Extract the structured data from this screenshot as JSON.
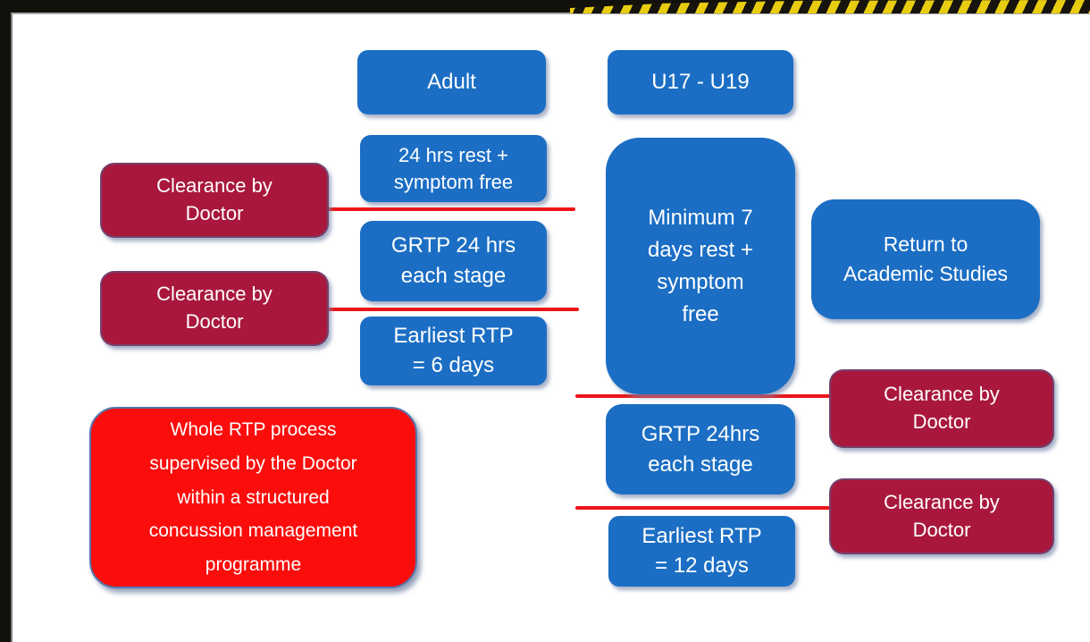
{
  "slide": {
    "background": "#ffffff",
    "frame_color": "#12100b"
  },
  "colors": {
    "box_blue": "#1b6ec4",
    "box_dark_red": "#a9183c",
    "box_bright_red": "#fb0d0c",
    "connector_red": "#ee1418",
    "tape_yellow": "#e8cc10",
    "tape_black": "#17140e",
    "text_white": "#ffffff"
  },
  "adult_track": {
    "header": "Adult",
    "rest": "24 hrs rest +\nsymptom free",
    "grtp": "GRTP 24 hrs\neach stage",
    "earliest": "Earliest RTP\n= 6 days",
    "clearance_1": "Clearance by\nDoctor",
    "clearance_2": "Clearance by\nDoctor"
  },
  "youth_track": {
    "header": "U17 - U19",
    "rest": "Minimum 7\ndays rest +\nsymptom\nfree",
    "return_study": "Return to\nAcademic Studies",
    "grtp": "GRTP 24hrs\neach stage",
    "earliest": "Earliest RTP\n=  12 days",
    "clearance_1": "Clearance by\nDoctor",
    "clearance_2": "Clearance by\nDoctor"
  },
  "note": "Whole RTP process\nsupervised by the Doctor\nwithin a structured\nconcussion management\nprogramme"
}
